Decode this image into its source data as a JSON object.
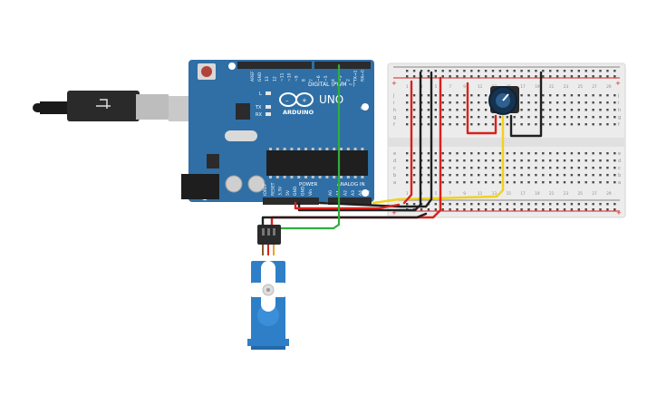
{
  "board": {
    "brand": "ARDUINO",
    "model": "UNO",
    "digital_label": "DIGITAL (PWM ~)",
    "power_label": "POWER",
    "analog_label": "ANALOG IN",
    "on_label": "ON",
    "tx_label": "TX",
    "rx_label": "RX",
    "l_label": "L",
    "digital_pins": [
      "AREF",
      "GND",
      "13",
      "12",
      "~11",
      "~10",
      "~9",
      "8",
      "7",
      "~6",
      "~5",
      "4",
      "~3",
      "2",
      "TX→1",
      "RX←0"
    ],
    "power_pins": [
      "IOREF",
      "RESET",
      "3.3V",
      "5V",
      "GND",
      "GND",
      "Vin"
    ],
    "analog_pins": [
      "A0",
      "A1",
      "A2",
      "A3",
      "A4",
      "A5"
    ]
  },
  "breadboard": {
    "rail_plus": "+",
    "rail_minus": "-",
    "top_rows": [
      "j",
      "i",
      "h",
      "g",
      "f"
    ],
    "bottom_rows": [
      "e",
      "d",
      "c",
      "b",
      "a"
    ],
    "column_numbers": [
      "1",
      "3",
      "5",
      "7",
      "9",
      "11",
      "13",
      "15",
      "17",
      "19",
      "21",
      "23",
      "25",
      "27",
      "29"
    ]
  },
  "colors": {
    "board": "#2f6fa6",
    "wire_red": "#d9211b",
    "wire_black": "#1f1f1f",
    "wire_green": "#2fae3a",
    "wire_yellow": "#f2d11d",
    "servo": "#2e7fc7",
    "breadboard": "#ececec"
  },
  "icons": {
    "usb_cable": "usb-cable-icon",
    "potentiometer": "potentiometer-icon",
    "servo": "servo-icon"
  }
}
